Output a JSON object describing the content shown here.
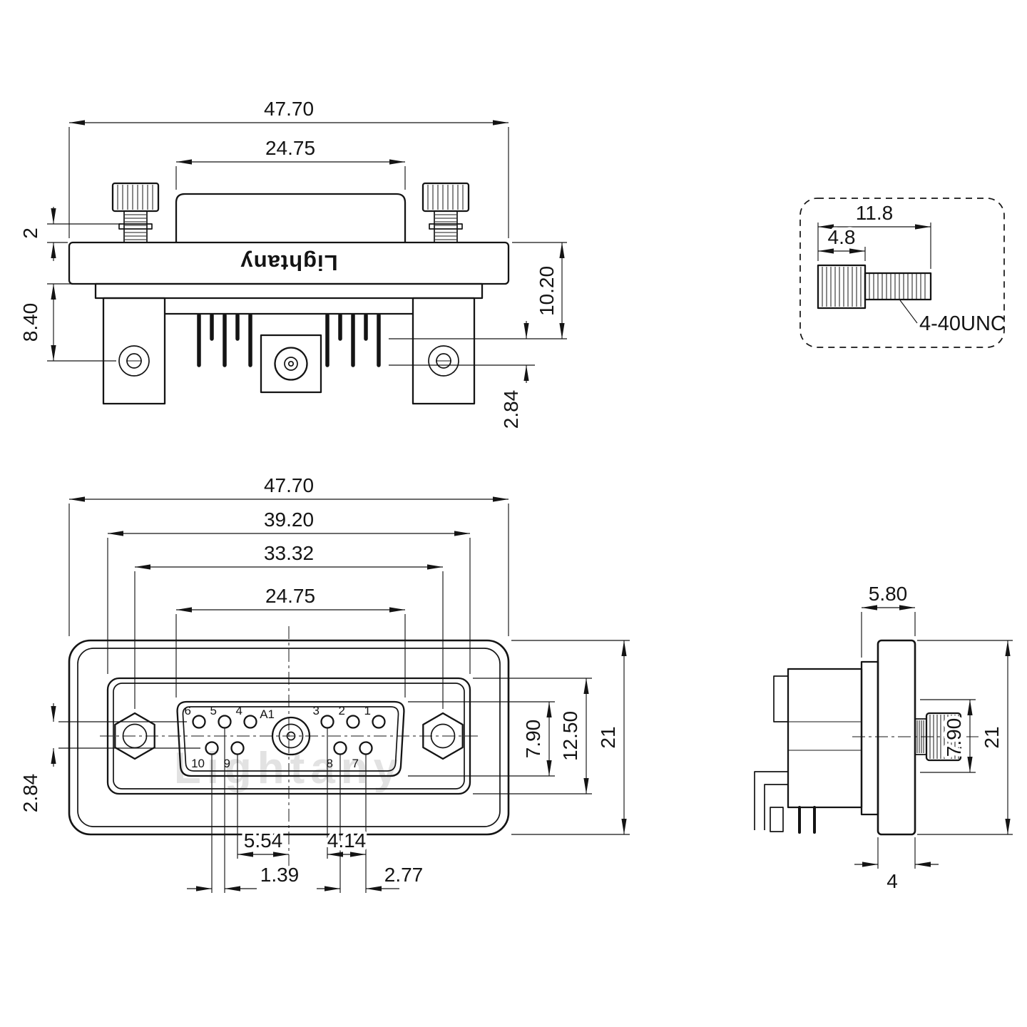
{
  "brand": {
    "logo": "Lightany",
    "watermark": "Lightany"
  },
  "top_view": {
    "dim_total_width": "47.70",
    "dim_shroud_width": "24.75",
    "dim_washer_thickness": "2",
    "dim_hole_drop": "8.40",
    "dim_body_depth": "10.20",
    "dim_pin_stagger": "2.84"
  },
  "screw_detail": {
    "dim_overall_length": "11.8",
    "dim_head_length": "4.8",
    "thread_spec": "4-40UNC"
  },
  "front_view": {
    "dim_flange_width": "47.70",
    "dim_shell_width": "39.20",
    "dim_screw_spacing": "33.32",
    "dim_insert_width": "24.75",
    "dim_row_offset": "2.84",
    "dim_insert_height": "7.90",
    "dim_shell_height": "12.50",
    "dim_flange_height": "21",
    "dim_center_to_pin": "5.54",
    "dim_row_stagger": "1.39",
    "dim_contact_offset": "4.14",
    "dim_pin_pitch": "2.77",
    "pin_labels": {
      "p1": "1",
      "p2": "2",
      "p3": "3",
      "p4": "4",
      "p5": "5",
      "p6": "6",
      "p7": "7",
      "p8": "8",
      "p9": "9",
      "p10": "10",
      "coax": "A1"
    }
  },
  "side_view": {
    "dim_shell_protrusion": "5.80",
    "dim_screw_section": "7.90",
    "dim_flange_height": "21",
    "dim_flange_thickness": "4"
  }
}
